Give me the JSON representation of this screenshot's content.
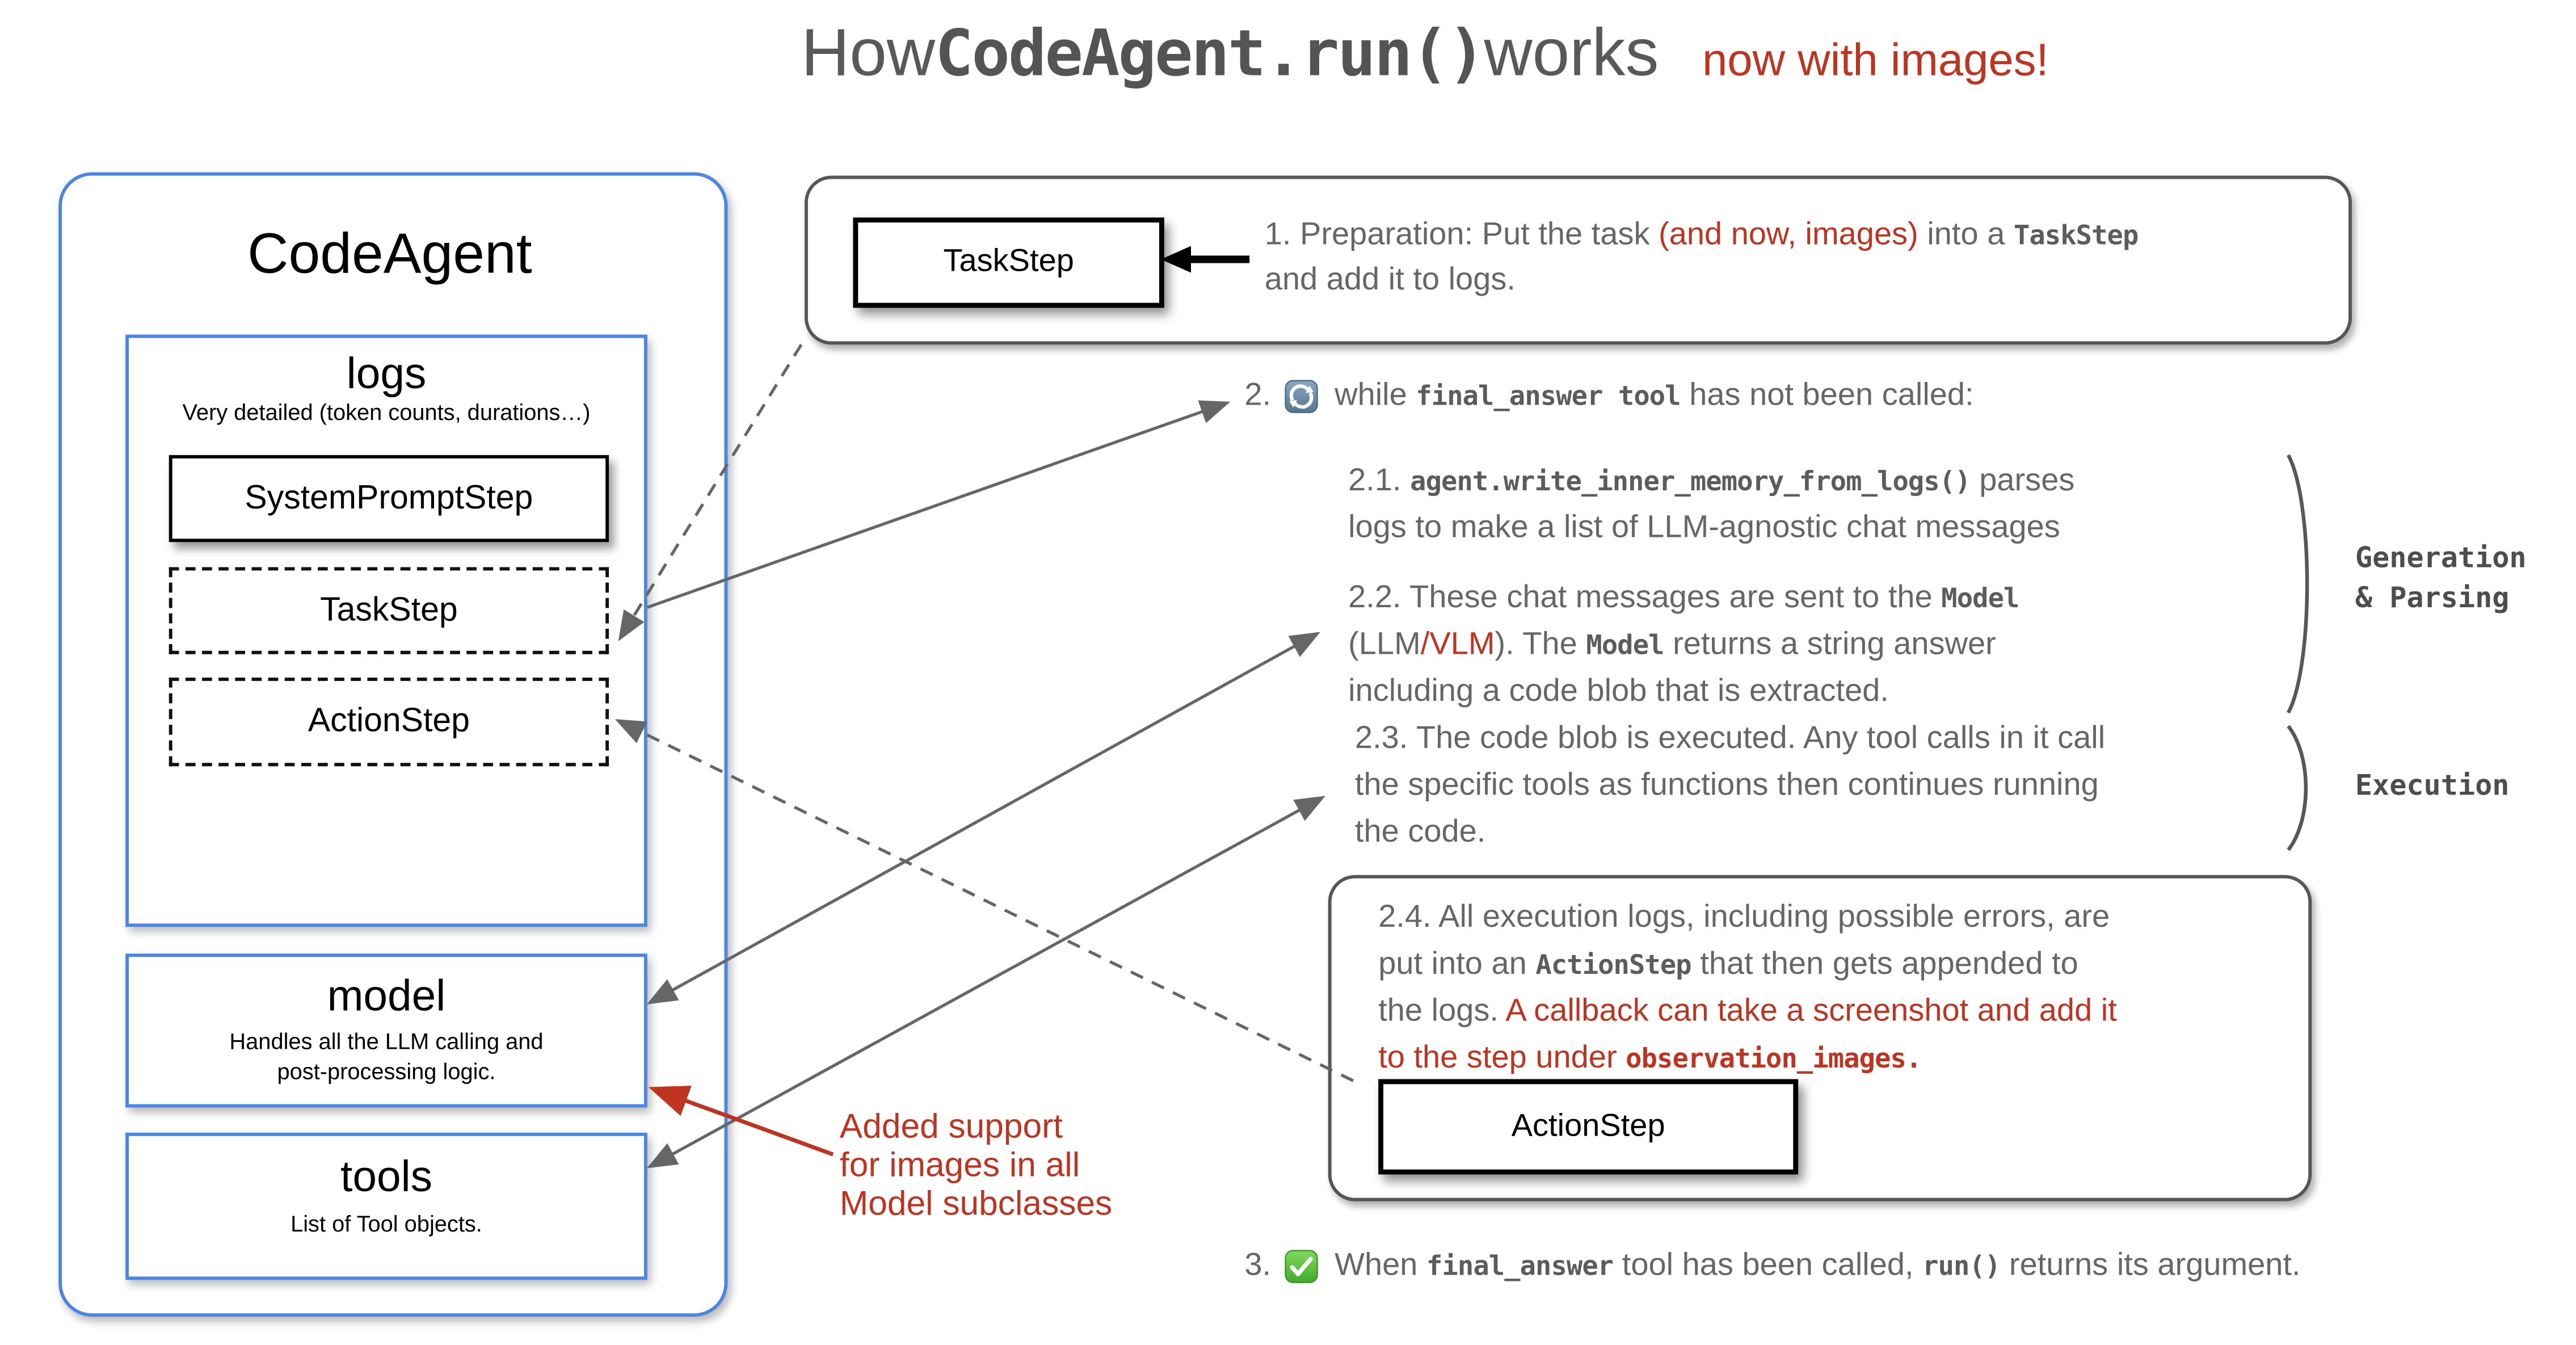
{
  "colors": {
    "accent_blue": "#4a86e8",
    "text_gray": "#666666",
    "accent_red": "#bf3420",
    "border_gray": "#565656",
    "icon_blue": "#56758f",
    "icon_green": "#3fae2a"
  },
  "title": {
    "word1": "How ",
    "code": "CodeAgent.run()",
    "word2": " works",
    "badge": "now with images!"
  },
  "codeagent": {
    "label": "CodeAgent",
    "logs": {
      "label": "logs",
      "subtitle": "Very detailed (token counts, durations…)",
      "items": [
        {
          "label": "SystemPromptStep"
        },
        {
          "label": "TaskStep"
        },
        {
          "label": "ActionStep"
        }
      ]
    },
    "model": {
      "label": "model",
      "desc1": "Handles all the LLM calling and",
      "desc2": "post-processing logic."
    },
    "tools": {
      "label": "tools",
      "desc": "List of Tool objects."
    }
  },
  "panel1": {
    "box_label": "TaskStep",
    "line1": [
      {
        "t": "1.  Preparation: Put the task ",
        "s": "g"
      },
      {
        "t": "(and now, images)",
        "s": "r"
      },
      {
        "t": " into a ",
        "s": "g"
      },
      {
        "t": "TaskStep",
        "s": "m"
      }
    ],
    "line2": [
      {
        "t": "and add it to logs.",
        "s": "g"
      }
    ]
  },
  "step2": {
    "num": "2.",
    "line": [
      {
        "t": "while ",
        "s": "g"
      },
      {
        "t": "final_answer tool",
        "s": "m"
      },
      {
        "t": " has not been called:",
        "s": "g"
      }
    ]
  },
  "step21": {
    "line1": [
      {
        "t": "2.1.  ",
        "s": "g"
      },
      {
        "t": "agent.write_inner_memory_from_logs()",
        "s": "m"
      },
      {
        "t": " parses",
        "s": "g"
      }
    ],
    "line2": [
      {
        "t": "logs to make a list of LLM-agnostic chat messages",
        "s": "g"
      }
    ]
  },
  "step22": {
    "line1": [
      {
        "t": "2.2. These chat messages are sent to the ",
        "s": "g"
      },
      {
        "t": "Model",
        "s": "m"
      }
    ],
    "line2": [
      {
        "t": "(LLM",
        "s": "g"
      },
      {
        "t": "/VLM",
        "s": "r"
      },
      {
        "t": "). The ",
        "s": "g"
      },
      {
        "t": "Model",
        "s": "m"
      },
      {
        "t": "  returns a string answer",
        "s": "g"
      }
    ],
    "line3": [
      {
        "t": "including a code blob that is extracted.",
        "s": "g"
      }
    ]
  },
  "step23": {
    "line1": [
      {
        "t": "2.3. The code blob is executed. Any tool calls in it call",
        "s": "g"
      }
    ],
    "line2": [
      {
        "t": "the specific tools as functions then continues running",
        "s": "g"
      }
    ],
    "line3": [
      {
        "t": "the code.",
        "s": "g"
      }
    ]
  },
  "side_labels": {
    "generation": "Generation",
    "parsing": "& Parsing",
    "execution": "Execution"
  },
  "step24": {
    "box_label": "ActionStep",
    "line1": [
      {
        "t": "2.4. All execution logs, including possible errors, are",
        "s": "g"
      }
    ],
    "line2": [
      {
        "t": "put into an ",
        "s": "g"
      },
      {
        "t": "ActionStep",
        "s": "m"
      },
      {
        "t": " that then gets appended to",
        "s": "g"
      }
    ],
    "line3": [
      {
        "t": "the logs. ",
        "s": "g"
      },
      {
        "t": "A callback can  take a screenshot and add it",
        "s": "r"
      }
    ],
    "line4": [
      {
        "t": "to the step under ",
        "s": "r"
      },
      {
        "t": "observation_images.",
        "s": "mr"
      }
    ]
  },
  "red_note": {
    "line1": "Added support",
    "line2": "for images in all",
    "line3": "Model subclasses"
  },
  "step3": {
    "num": "3.",
    "line": [
      {
        "t": "When ",
        "s": "g"
      },
      {
        "t": "final_answer",
        "s": "m"
      },
      {
        "t": " tool has been called, ",
        "s": "g"
      },
      {
        "t": "run()",
        "s": "m"
      },
      {
        "t": " returns its argument.",
        "s": "g"
      }
    ]
  }
}
